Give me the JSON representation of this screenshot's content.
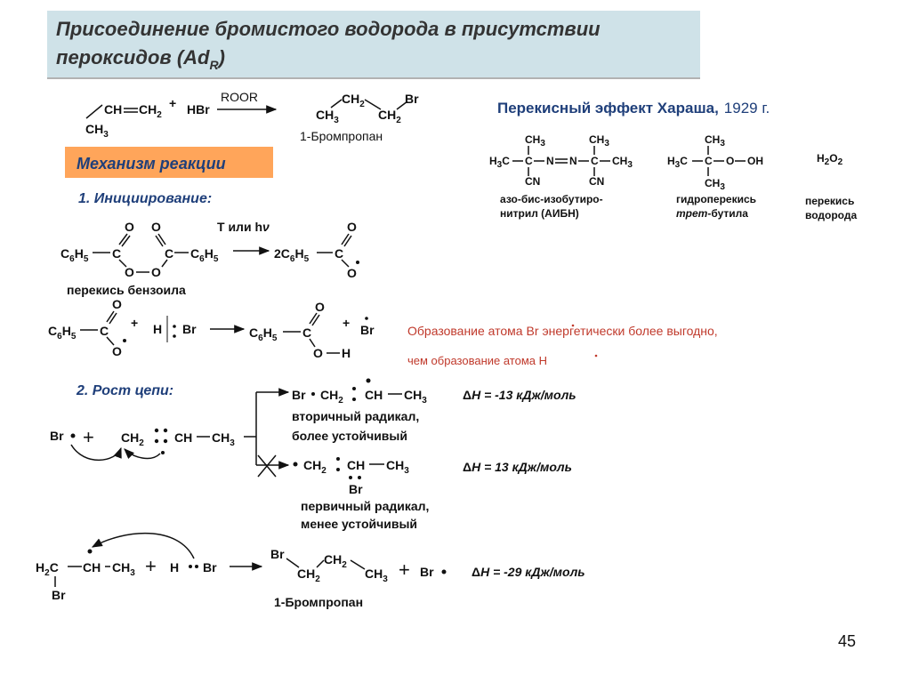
{
  "title": {
    "line1": "Присоединение бромистого водорода в присутствии",
    "line2": "пероксидов (Ad",
    "sub": "R",
    "close": ")"
  },
  "page_number": "45",
  "colors": {
    "title_band": "#cfe2e8",
    "mechanism_box": "#ffa55a",
    "heading_blue": "#1f3f7a",
    "red_text": "#c0392b",
    "black": "#111111"
  },
  "main_reaction": {
    "reagent": "HBr",
    "condition": "ROOR",
    "plus": "+",
    "product_name": "1-Бромпропан"
  },
  "mechanism_label": "Механизм реакции",
  "kharasch": {
    "title": "Перекисный эффект Хараша,",
    "year": "1929 г.",
    "aibn_name_l1": "азо-бис-изобутиро-",
    "aibn_name_l2": "нитрил (АИБН)",
    "hydroperoxide_l1": "гидроперекись",
    "hydroperoxide_l2": "трет",
    "hydroperoxide_l2b": "-бутила",
    "peroxide_l1": "перекись",
    "peroxide_l2": "водорода"
  },
  "initiation": {
    "heading": "1. Инициирование:",
    "condition": "T или h",
    "nu": "ν",
    "two": "2",
    "benzoyl_peroxide": "перекись бензоила"
  },
  "explanation": {
    "line1": "Образование атома Br",
    "line1b": "энергетически более выгодно,",
    "line2": "чем образование атома H"
  },
  "propagation": {
    "heading": "2. Рост цепи:",
    "dh1": "H = -13 кДж/моль",
    "dh2": "H = 13 кДж/моль",
    "dh3": "H = -29 кДж/моль",
    "delta": "Δ",
    "secondary_l1": "вторичный радикал,",
    "secondary_l2": "более устойчивый",
    "primary_l1": "первичный радикал,",
    "primary_l2": "менее устойчивый",
    "product_name": "1-Бромпропан"
  },
  "symbols": {
    "CH": "CH",
    "CH2": "CH",
    "CH3": "CH",
    "C": "C",
    "O": "O",
    "OH": "OH",
    "H": "H",
    "Br": "Br",
    "CN": "CN",
    "N": "N",
    "H3C": "H",
    "C6H5": "C",
    "H2O2": "H",
    "HBr": "HBr",
    "plus": "+",
    "dash": "—",
    "two_sub": "2",
    "three_sub": "3",
    "six_sub": "6",
    "five_sub": "5"
  }
}
